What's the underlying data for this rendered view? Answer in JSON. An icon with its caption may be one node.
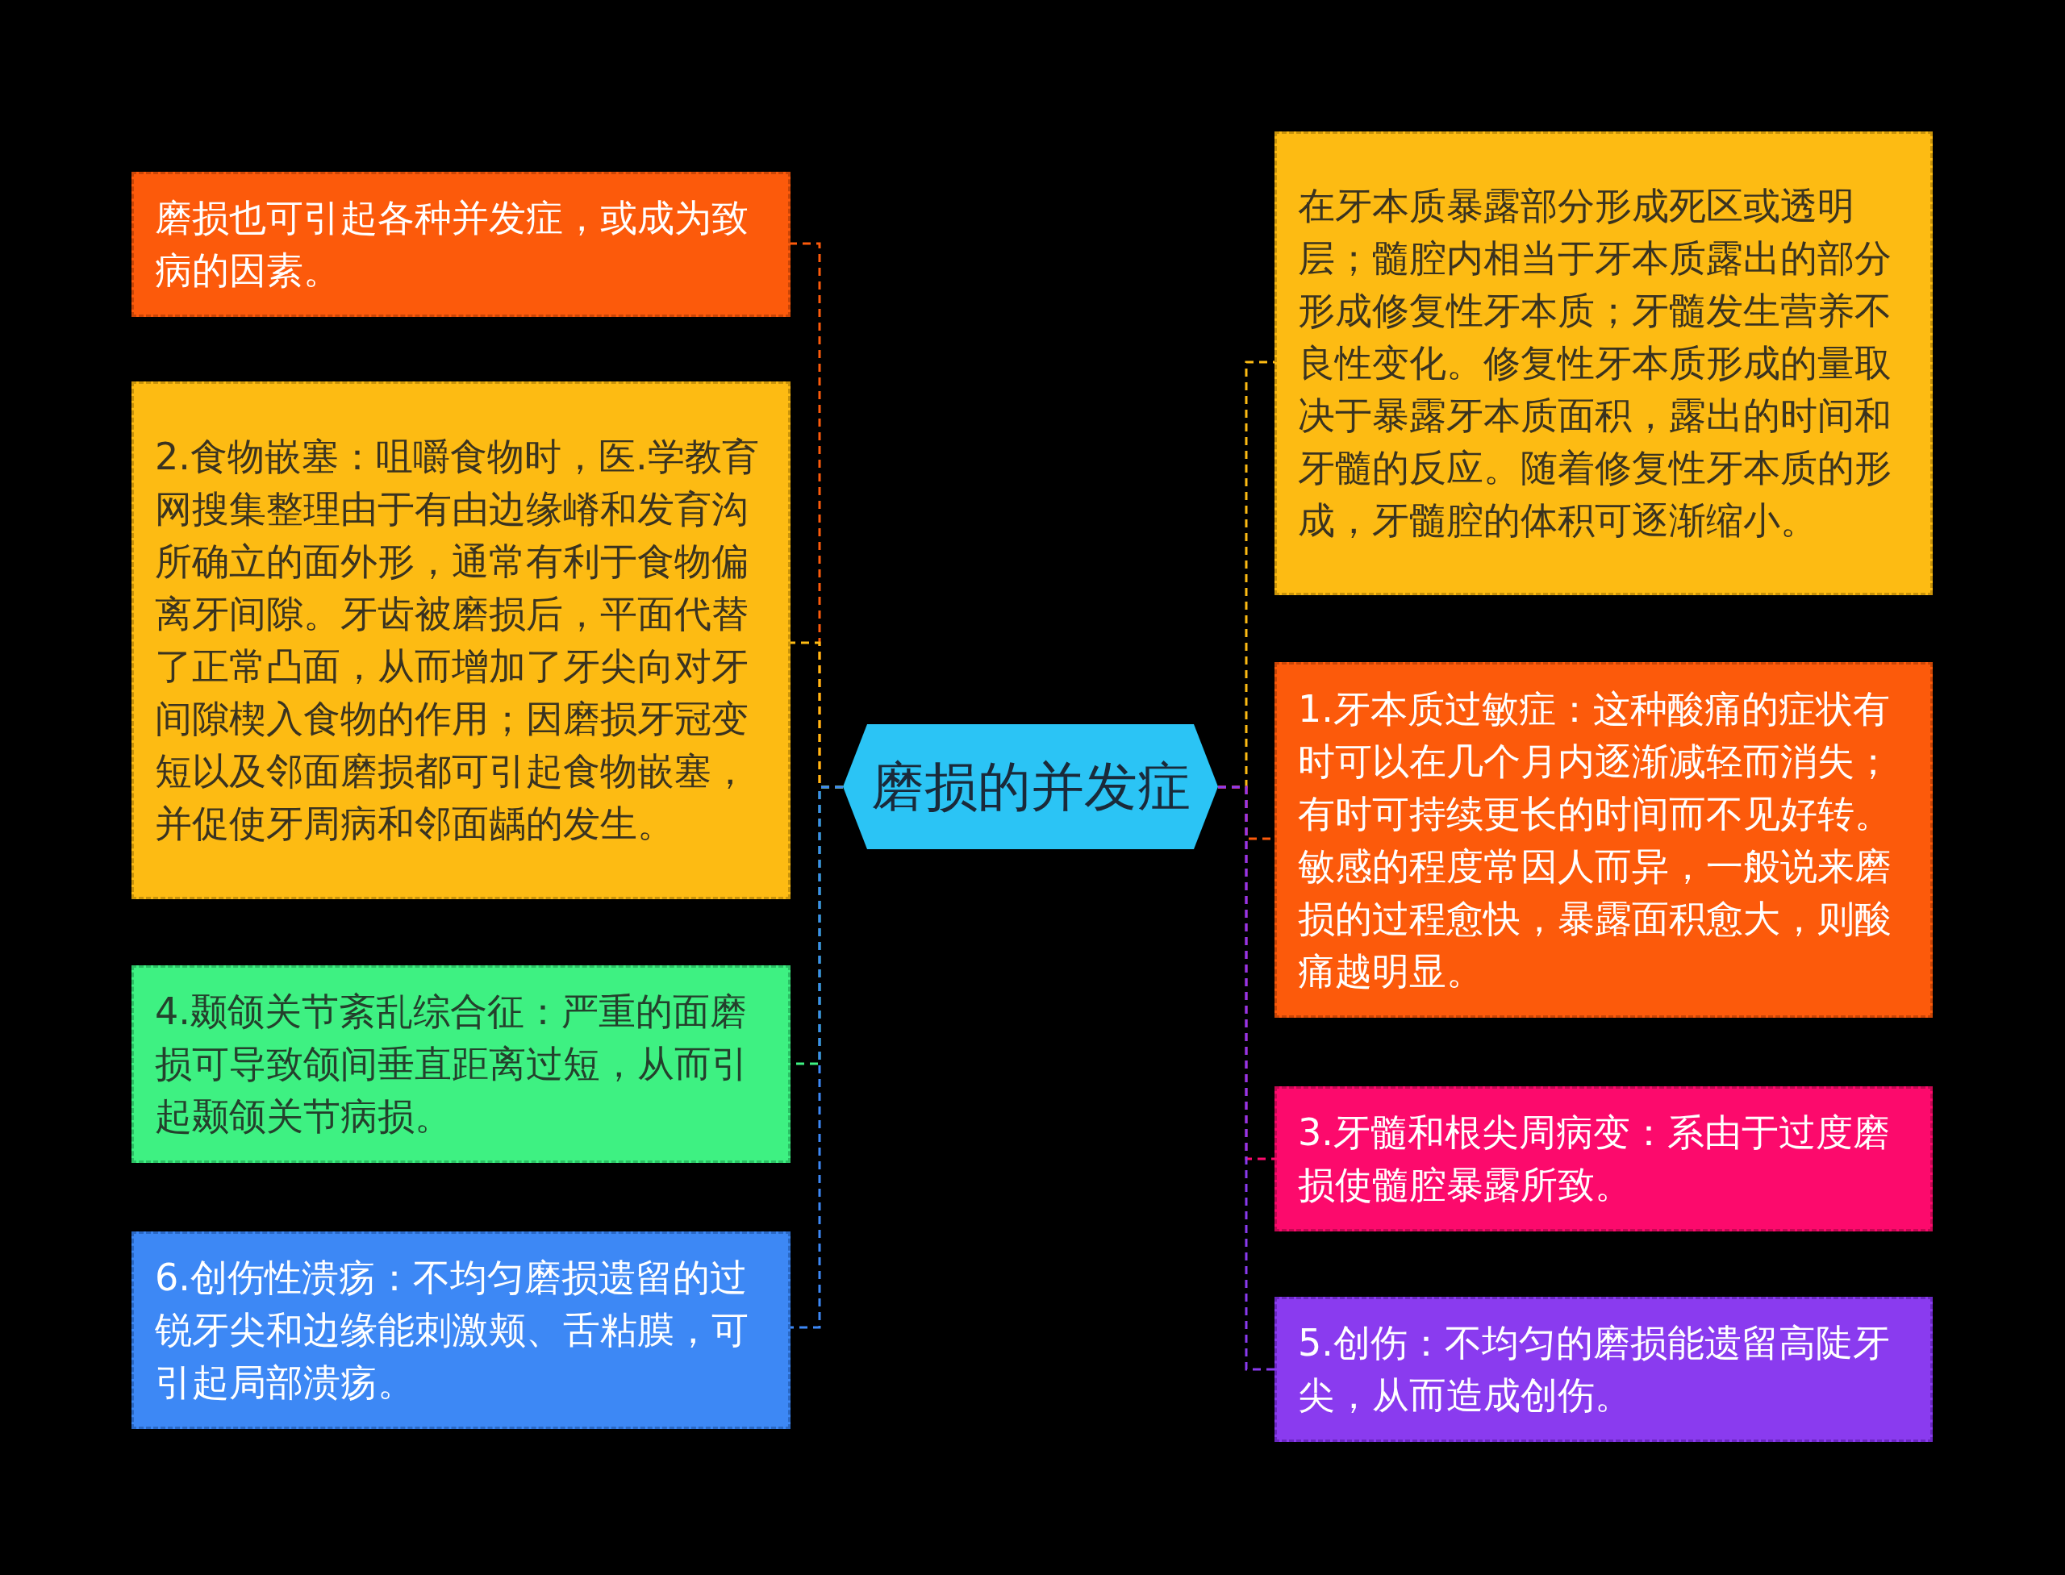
{
  "diagram": {
    "nodes": [
      {
        "text": [
          "磨损的并发症"
        ]
      },
      {
        "text": [
          "磨损也可引起各种并发症，或成为致病的因素。"
        ]
      },
      {
        "text": [
          "2.食物嵌塞：咀嚼食物时，医.学教育网搜集整理由于有由边缘嵴和发育沟所确立的面外形，通常有利于食物偏离牙间隙。牙齿被磨损后，平面代替了正常凸面，从而增加了牙尖向对牙间隙楔入食物的作用；因磨损牙冠变短以及邻面磨损都可引起食物嵌塞，并促使牙周病和邻面龋的发生。"
        ]
      },
      {
        "text": [
          "4.颞颌关节紊乱综合征：严重的面磨损可导致颌间垂直距离过短，从而引起颞颌关节病损。"
        ]
      },
      {
        "text": [
          "6.创伤性溃疡：不均匀磨损遗留的过锐牙尖和边缘能刺激颊、舌粘膜，可引起局部溃疡。"
        ]
      },
      {
        "text": [
          "在牙本质暴露部分形成死区或透明层；髓腔内相当于牙本质露出的部分形成修复性牙本质；牙髓发生营养不良性变化。修复性牙本质形成的量取决于暴露牙本质面积，露出的时间和牙髓的反应。随着修复性牙本质的形成，牙髓腔的体积可逐渐缩小。"
        ]
      },
      {
        "text": [
          "1.牙本质过敏症：这种酸痛的症状有时可以在几个月内逐渐减轻而消失；有时可持续更长的时间而不见好转。敏感的程度常因人而异，一般说来磨损的过程愈快，暴露面积愈大，则酸痛越明显。"
        ]
      },
      {
        "text": [
          "3.牙髓和根尖周病变：系由于过度磨损使髓腔暴露所致。"
        ]
      },
      {
        "text": [
          "5.创伤：不均匀的磨损能遗留高陡牙尖，从而造成创伤。"
        ]
      }
    ],
    "edges": [
      {
        "from": 0,
        "to": 1,
        "arrow": "none",
        "style": "dashed",
        "color": "#fc5a0b"
      },
      {
        "from": 0,
        "to": 2,
        "arrow": "none",
        "style": "dashed",
        "color": "#fdbb13"
      },
      {
        "from": 0,
        "to": 3,
        "arrow": "none",
        "style": "dashed",
        "color": "#3ef182"
      },
      {
        "from": 0,
        "to": 4,
        "arrow": "none",
        "style": "dashed",
        "color": "#3d88f5"
      },
      {
        "from": 0,
        "to": 5,
        "arrow": "none",
        "style": "dashed",
        "color": "#fdbb13"
      },
      {
        "from": 0,
        "to": 6,
        "arrow": "none",
        "style": "dashed",
        "color": "#fc5a0b"
      },
      {
        "from": 0,
        "to": 7,
        "arrow": "none",
        "style": "dashed",
        "color": "#fc0a6c"
      },
      {
        "from": 0,
        "to": 8,
        "arrow": "none",
        "style": "dashed",
        "color": "#8a3bef"
      }
    ]
  }
}
